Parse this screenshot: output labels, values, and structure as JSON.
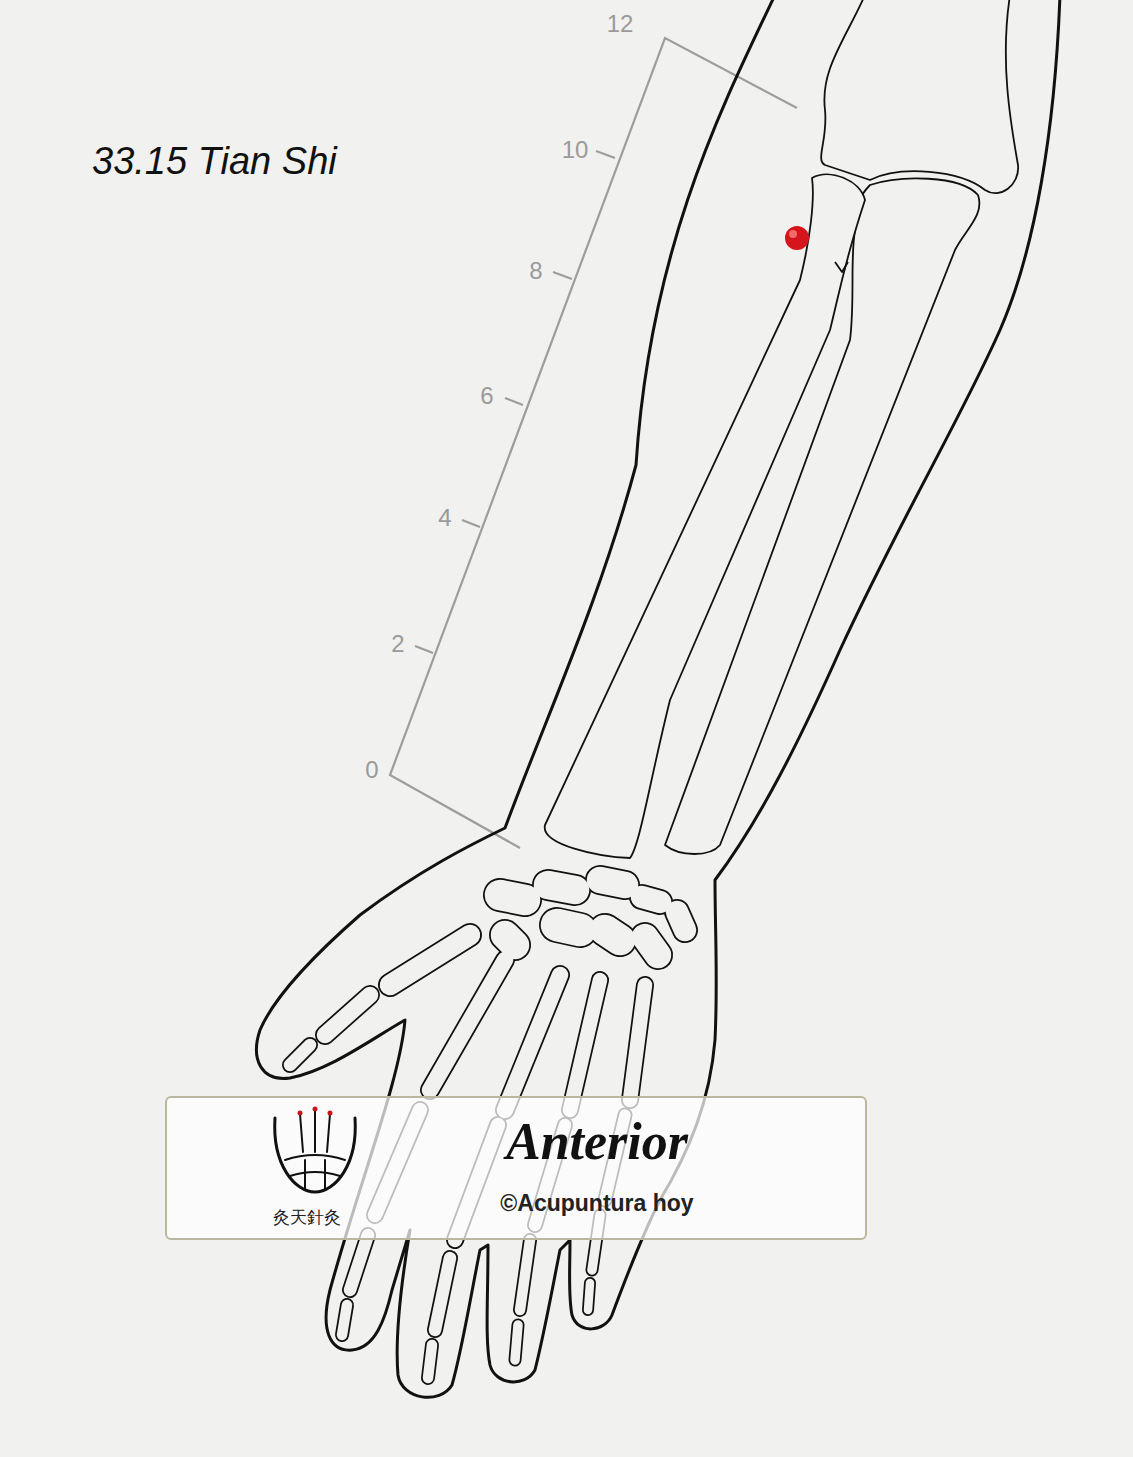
{
  "diagram": {
    "title": "33.15 Tian Shi",
    "nodes": [
      {
        "text": [
          "Anterior",
          "©Acupuntura hoy",
          "灸天針灸"
        ]
      }
    ],
    "labels": [
      "12",
      "10",
      "8",
      "6",
      "4",
      "2",
      "0"
    ]
  }
}
